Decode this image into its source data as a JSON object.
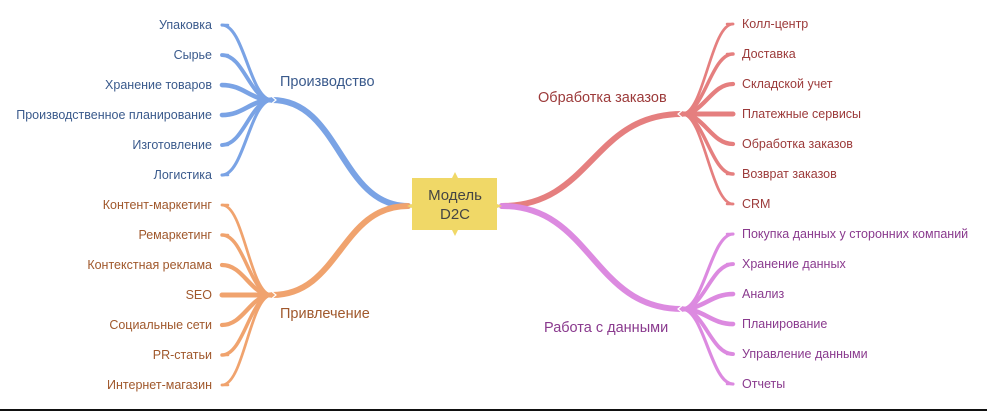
{
  "center": {
    "line1": "Модель",
    "line2": "D2C",
    "color": "#f0d867"
  },
  "branches": [
    {
      "id": "production",
      "label": "Производство",
      "color": "#7aa3e5",
      "text_color": "#3a5a8c",
      "side": "left",
      "items": [
        "Упаковка",
        "Сырье",
        "Хранение товаров",
        "Производственное планирование",
        "Изготовление",
        "Логистика"
      ]
    },
    {
      "id": "acquisition",
      "label": "Привлечение",
      "color": "#f0a36e",
      "text_color": "#a0582c",
      "side": "left",
      "items": [
        "Контент-маркетинг",
        "Ремаркетинг",
        "Контекстная реклама",
        "SEO",
        "Социальные сети",
        "PR-статьи",
        "Интернет-магазин"
      ]
    },
    {
      "id": "orders",
      "label": "Обработка заказов",
      "color": "#e57f7f",
      "text_color": "#9c3a3a",
      "side": "right",
      "items": [
        "Колл-центр",
        "Доставка",
        "Складской учет",
        "Платежные сервисы",
        "Обработка заказов",
        "Возврат заказов",
        "CRM"
      ]
    },
    {
      "id": "data",
      "label": "Работа с данными",
      "color": "#dc8ae0",
      "text_color": "#8a3a8e",
      "side": "right",
      "items": [
        "Покупка данных у сторонних компаний",
        "Хранение данных",
        "Анализ",
        "Планирование",
        "Управление данными",
        "Отчеты"
      ]
    }
  ]
}
